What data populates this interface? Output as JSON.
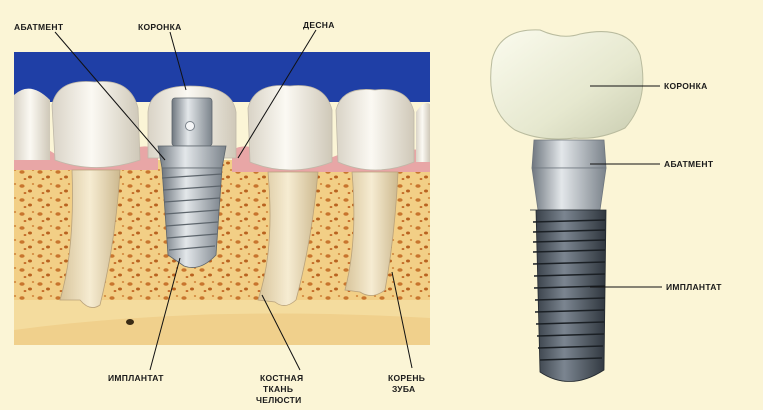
{
  "left_panel": {
    "labels": {
      "abutment": "АБАТМЕНТ",
      "crown": "КОРОНКА",
      "gum": "ДЕСНА",
      "implant": "ИМПЛАНТАТ",
      "bone_line1": "КОСТНАЯ",
      "bone_line2": "ТКАНЬ",
      "bone_line3": "ЧЕЛЮСТИ",
      "root_line1": "КОРЕНЬ",
      "root_line2": "ЗУБА"
    }
  },
  "right_panel": {
    "labels": {
      "crown": "КОРОНКА",
      "abutment": "АБАТМЕНТ",
      "implant": "ИМПЛАНТАТ"
    }
  },
  "colors": {
    "background": "#fbf5d6",
    "sky": "#1f3fa6",
    "bone": "#f2cf86",
    "gum": "#e8a6a6",
    "tooth": "#f3efe6",
    "metal": "#9aa3ab"
  }
}
